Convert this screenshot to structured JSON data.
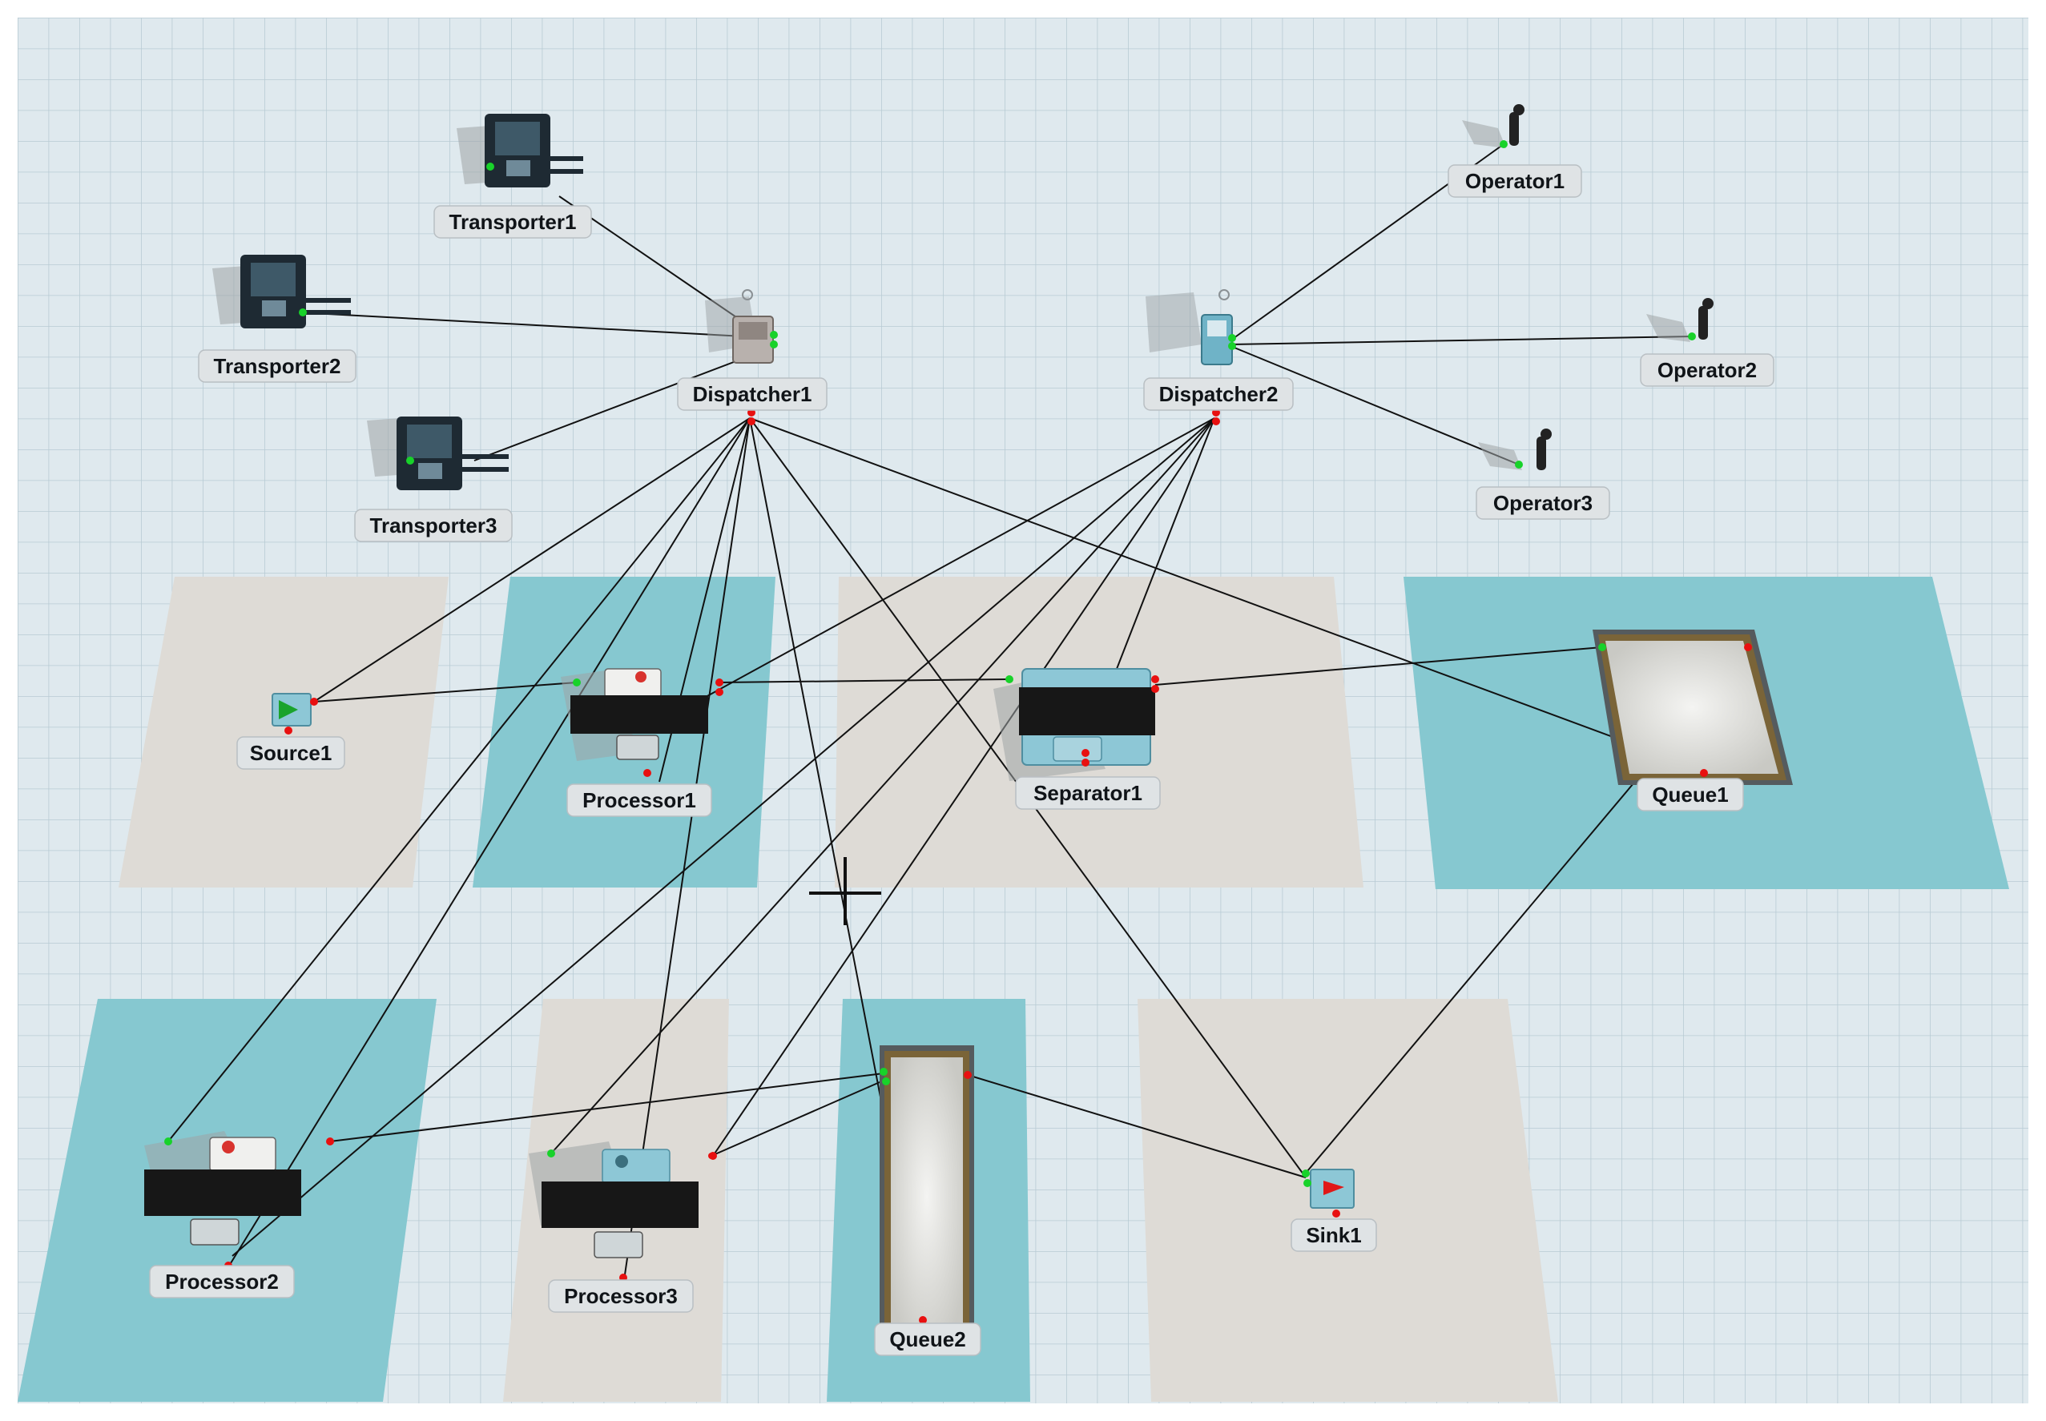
{
  "colors": {
    "grid_bg": "#dfe9ee",
    "grid_line": "#b6cad3",
    "zone_teal": "#86c8d0",
    "zone_grey": "#dedbd6",
    "label_bg": "#dfe3e5",
    "connector": "#111111",
    "input_port": "#18d22a",
    "output_port": "#e81010"
  },
  "objects": {
    "transporter1": {
      "label": "Transporter1",
      "icon": "forklift-icon"
    },
    "transporter2": {
      "label": "Transporter2",
      "icon": "forklift-icon"
    },
    "transporter3": {
      "label": "Transporter3",
      "icon": "forklift-icon"
    },
    "dispatcher1": {
      "label": "Dispatcher1",
      "icon": "dispatcher-icon"
    },
    "dispatcher2": {
      "label": "Dispatcher2",
      "icon": "dispatcher-icon"
    },
    "operator1": {
      "label": "Operator1",
      "icon": "operator-icon"
    },
    "operator2": {
      "label": "Operator2",
      "icon": "operator-icon"
    },
    "operator3": {
      "label": "Operator3",
      "icon": "operator-icon"
    },
    "source1": {
      "label": "Source1",
      "icon": "source-icon"
    },
    "processor1": {
      "label": "Processor1",
      "icon": "processor-icon"
    },
    "separator1": {
      "label": "Separator1",
      "icon": "separator-icon"
    },
    "queue1": {
      "label": "Queue1",
      "icon": "queue-icon"
    },
    "processor2": {
      "label": "Processor2",
      "icon": "processor-icon"
    },
    "processor3": {
      "label": "Processor3",
      "icon": "processor-icon"
    },
    "queue2": {
      "label": "Queue2",
      "icon": "queue-icon"
    },
    "sink1": {
      "label": "Sink1",
      "icon": "sink-icon"
    }
  }
}
